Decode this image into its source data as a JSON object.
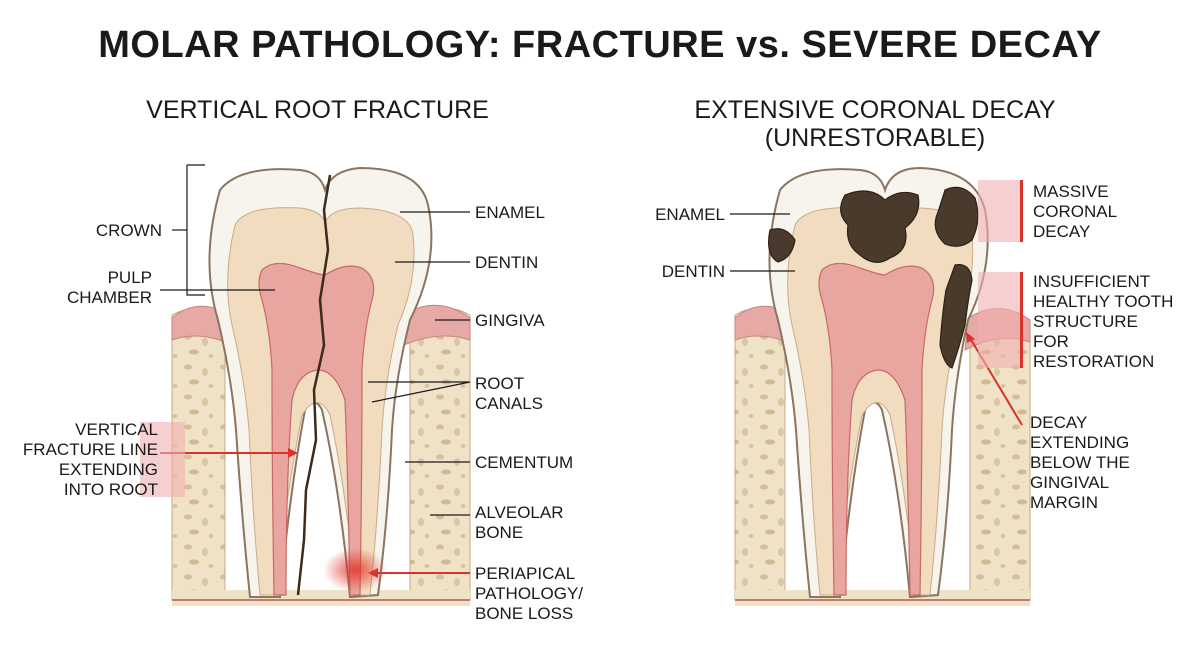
{
  "title": "MOLAR PATHOLOGY: FRACTURE vs. SEVERE DECAY",
  "left_panel": {
    "heading": "VERTICAL ROOT FRACTURE",
    "labels": {
      "crown": "CROWN",
      "pulp_chamber": [
        "PULP",
        "CHAMBER"
      ],
      "enamel": "ENAMEL",
      "dentin": "DENTIN",
      "gingiva": "GINGIVA",
      "root_canals": [
        "ROOT",
        "CANALS"
      ],
      "cementum": "CEMENTUM",
      "alveolar_bone": [
        "ALVEOLAR",
        "BONE"
      ],
      "fracture_line": [
        "VERTICAL",
        "FRACTURE LINE",
        "EXTENDING",
        "INTO ROOT"
      ],
      "periapical": [
        "PERIAPICAL",
        "PATHOLOGY/",
        "BONE LOSS"
      ]
    }
  },
  "right_panel": {
    "heading": "EXTENSIVE CORONAL DECAY",
    "subheading": "(UNRESTORABLE)",
    "labels": {
      "enamel": "ENAMEL",
      "dentin": "DENTIN",
      "massive_decay": [
        "MASSIVE",
        "CORONAL",
        "DECAY"
      ],
      "insufficient": [
        "INSUFFICIENT",
        "HEALTHY TOOTH",
        "STRUCTURE",
        "FOR",
        "RESTORATION"
      ],
      "decay_below": [
        "DECAY",
        "EXTENDING",
        "BELOW THE",
        "GINGIVAL",
        "MARGIN"
      ]
    }
  },
  "colors": {
    "enamel": "#f7f4ee",
    "dentin": "#f1dcbf",
    "pulp": "#e9a59f",
    "gingiva": "#e7a9a6",
    "bone": "#efe2c6",
    "decay": "#4a3a2c",
    "alert_red": "#d9332b"
  }
}
